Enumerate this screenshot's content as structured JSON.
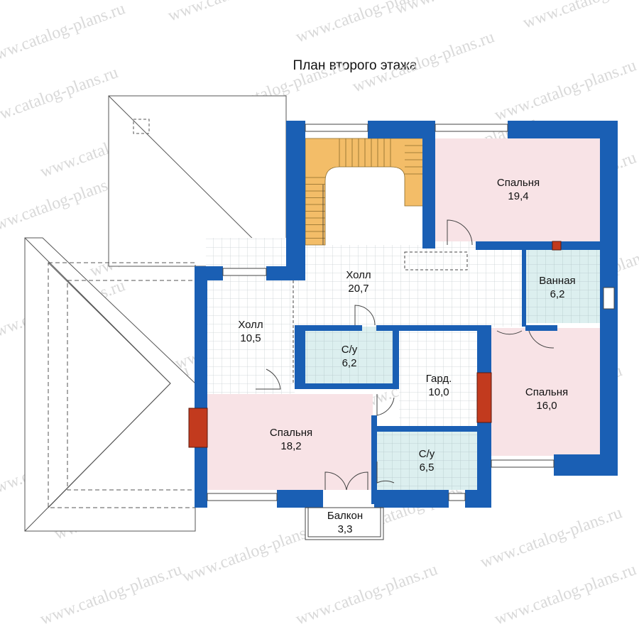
{
  "title": "План второго этажа",
  "watermark": "www.catalog-plans.ru",
  "colors": {
    "wall": "#1a5fb4",
    "bedroom": "#f8e3e6",
    "wet_room": "#dcefef",
    "stairs": "#f3bd68",
    "chimney": "#c23a1e",
    "tile_grid": "#c9d0d3"
  },
  "rooms": [
    {
      "id": "bedroom-1",
      "name": "Спальня",
      "area": "19,4"
    },
    {
      "id": "hall-main",
      "name": "Холл",
      "area": "20,7"
    },
    {
      "id": "bathroom",
      "name": "Ванная",
      "area": "6,2"
    },
    {
      "id": "hall-side",
      "name": "Холл",
      "area": "10,5"
    },
    {
      "id": "wc-1",
      "name": "С/у",
      "area": "6,2"
    },
    {
      "id": "wardrobe",
      "name": "Гард.",
      "area": "10,0"
    },
    {
      "id": "bedroom-2",
      "name": "Спальня",
      "area": "16,0"
    },
    {
      "id": "bedroom-3",
      "name": "Спальня",
      "area": "18,2"
    },
    {
      "id": "wc-2",
      "name": "С/у",
      "area": "6,5"
    },
    {
      "id": "balcony",
      "name": "Балкон",
      "area": "3,3"
    }
  ]
}
